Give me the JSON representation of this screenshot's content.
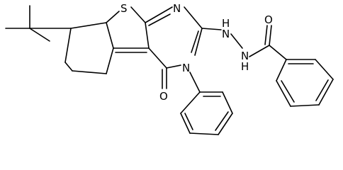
{
  "structure": {
    "atom_labels": {
      "sulfur": "S",
      "pyrimidine_n_top": "N",
      "pyrimidine_n_phenyl": "N",
      "ketone_o": "O",
      "hydrazine_nh_1": "H",
      "hydrazine_n_1": "N",
      "hydrazine_n_2": "N",
      "hydrazine_nh_2": "H",
      "amide_o": "O"
    },
    "colors": {
      "bond": "#000000",
      "label": "#000000",
      "background": "#ffffff"
    }
  }
}
